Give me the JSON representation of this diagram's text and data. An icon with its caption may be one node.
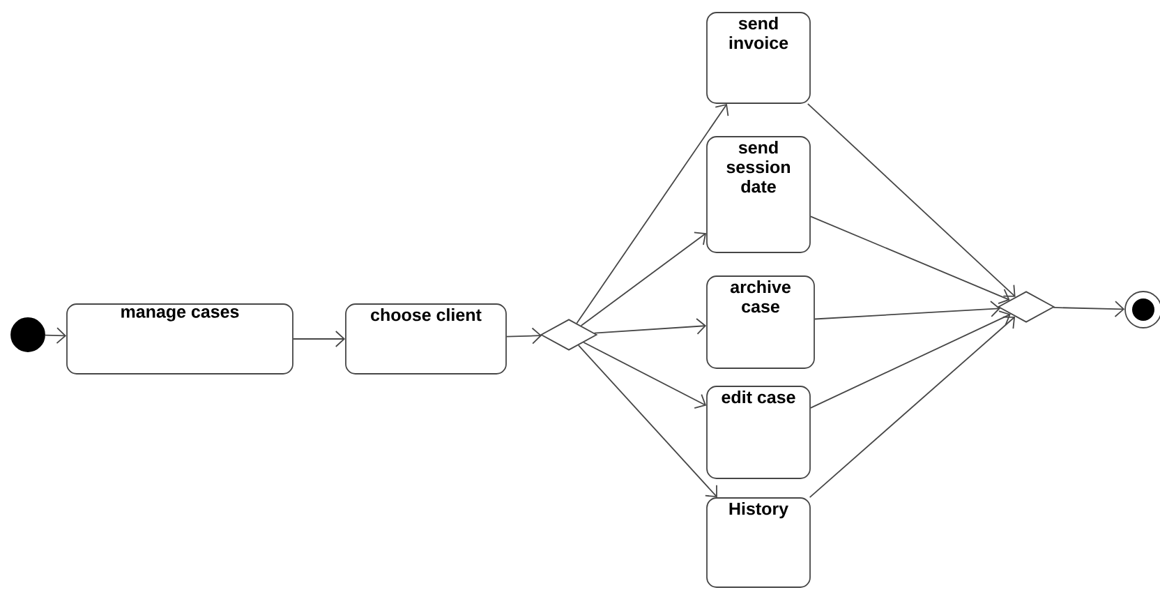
{
  "diagram": {
    "nodes": [
      {
        "text": [],
        "shape": "circle"
      },
      {
        "text": [
          "manage cases"
        ]
      },
      {
        "text": [
          "choose client"
        ]
      },
      {
        "text": [],
        "shape": "diamond"
      },
      {
        "text": [
          "send invoice"
        ]
      },
      {
        "text": [
          "send session date"
        ]
      },
      {
        "text": [
          "archive case"
        ]
      },
      {
        "text": [
          "edit case"
        ]
      },
      {
        "text": [
          "History"
        ]
      },
      {
        "text": [],
        "shape": "diamond"
      },
      {
        "text": [],
        "shape": "bullseye"
      }
    ],
    "edges": [
      {
        "from": 0,
        "to": 1,
        "arrow": "to"
      },
      {
        "from": 1,
        "to": 2,
        "arrow": "to"
      },
      {
        "from": 2,
        "to": 3,
        "arrow": "to"
      },
      {
        "from": 3,
        "to": 4,
        "arrow": "to"
      },
      {
        "from": 3,
        "to": 5,
        "arrow": "to"
      },
      {
        "from": 3,
        "to": 6,
        "arrow": "to"
      },
      {
        "from": 3,
        "to": 7,
        "arrow": "to"
      },
      {
        "from": 3,
        "to": 8,
        "arrow": "to"
      },
      {
        "from": 4,
        "to": 9,
        "arrow": "to"
      },
      {
        "from": 5,
        "to": 9,
        "arrow": "to"
      },
      {
        "from": 6,
        "to": 9,
        "arrow": "to"
      },
      {
        "from": 7,
        "to": 9,
        "arrow": "to"
      },
      {
        "from": 8,
        "to": 9,
        "arrow": "to"
      },
      {
        "from": 9,
        "to": 10,
        "arrow": "to"
      }
    ]
  }
}
